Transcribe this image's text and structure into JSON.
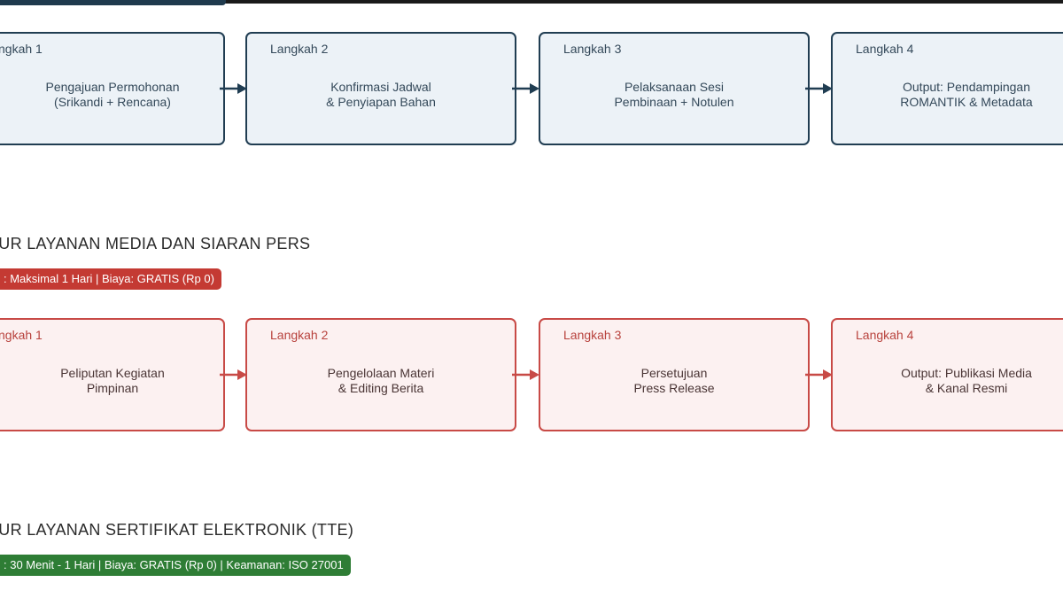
{
  "colors": {
    "blue_border": "#203d52",
    "blue_fill": "#ecf2f7",
    "red_border": "#c84a46",
    "red_fill": "#fcf1f1",
    "red_badge": "#c43a33",
    "green_badge": "#2e7d35"
  },
  "flow1": {
    "steps": [
      {
        "label": "ngkah 1",
        "lines": [
          "Pengajuan Permohonan",
          "(Srikandi + Rencana)"
        ]
      },
      {
        "label": "Langkah 2",
        "lines": [
          "Konfirmasi Jadwal",
          "& Penyiapan Bahan"
        ]
      },
      {
        "label": "Langkah 3",
        "lines": [
          "Pelaksanaan Sesi",
          "Pembinaan + Notulen"
        ]
      },
      {
        "label": "Langkah 4",
        "lines": [
          "Output: Pendampingan",
          "ROMANTIK & Metadata"
        ]
      }
    ]
  },
  "flow2": {
    "title": "LUR LAYANAN MEDIA DAN SIARAN PERS",
    "badge": ": Maksimal 1 Hari  |  Biaya: GRATIS (Rp 0)",
    "steps": [
      {
        "label": "ngkah 1",
        "lines": [
          "Peliputan Kegiatan",
          "Pimpinan"
        ]
      },
      {
        "label": "Langkah 2",
        "lines": [
          "Pengelolaan Materi",
          "& Editing Berita"
        ]
      },
      {
        "label": "Langkah 3",
        "lines": [
          "Persetujuan",
          "Press Release"
        ]
      },
      {
        "label": "Langkah 4",
        "lines": [
          "Output: Publikasi Media",
          "& Kanal Resmi"
        ]
      }
    ]
  },
  "flow3": {
    "title": "LUR LAYANAN SERTIFIKAT ELEKTRONIK (TTE)",
    "badge": ": 30 Menit - 1 Hari  |  Biaya: GRATIS (Rp 0)  |  Keamanan: ISO 27001"
  }
}
